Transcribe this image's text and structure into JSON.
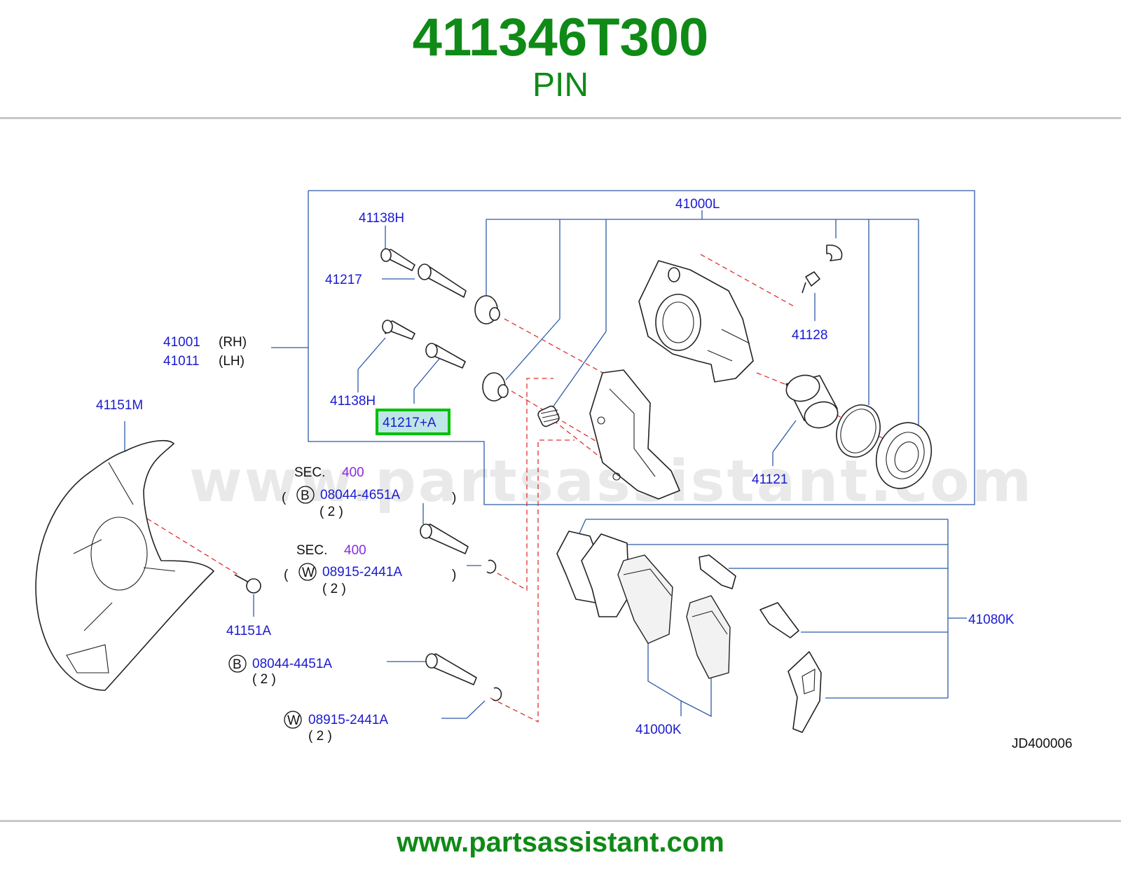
{
  "header": {
    "part_number": "411346T300",
    "part_name": "PIN"
  },
  "footer": {
    "url": "www.partsassistant.com"
  },
  "watermark": "www.partsassistant.com",
  "diagram_code": "JD400006",
  "labels": {
    "a41000L": "41000L",
    "a41138H_top": "41138H",
    "a41217": "41217",
    "a41001": "41001",
    "a41001_side": "(RH)",
    "a41011": "41011",
    "a41011_side": "(LH)",
    "a41138H_bot": "41138H",
    "a41217A": "41217+A",
    "a41128": "41128",
    "a41121": "41121",
    "a41151M": "41151M",
    "a41151A": "41151A",
    "a41080K": "41080K",
    "a41000K": "41000K"
  },
  "fasteners": [
    {
      "sec_label": "SEC.",
      "sec_num": "400",
      "badge": "B",
      "part": "08044-4651A",
      "qty": "( 2 )"
    },
    {
      "sec_label": "SEC.",
      "sec_num": "400",
      "badge": "W",
      "part": "08915-2441A",
      "qty": "( 2 )"
    },
    {
      "badge": "B",
      "part": "08044-4451A",
      "qty": "( 2 )"
    },
    {
      "badge": "W",
      "part": "08915-2441A",
      "qty": "( 2 )"
    }
  ],
  "colors": {
    "brand_green": "#0f8a16",
    "label_blue": "#1a1ad1",
    "highlight": "#00c000",
    "highlight_fill": "#bfe6e6",
    "sec_purple": "#8a2be2"
  }
}
